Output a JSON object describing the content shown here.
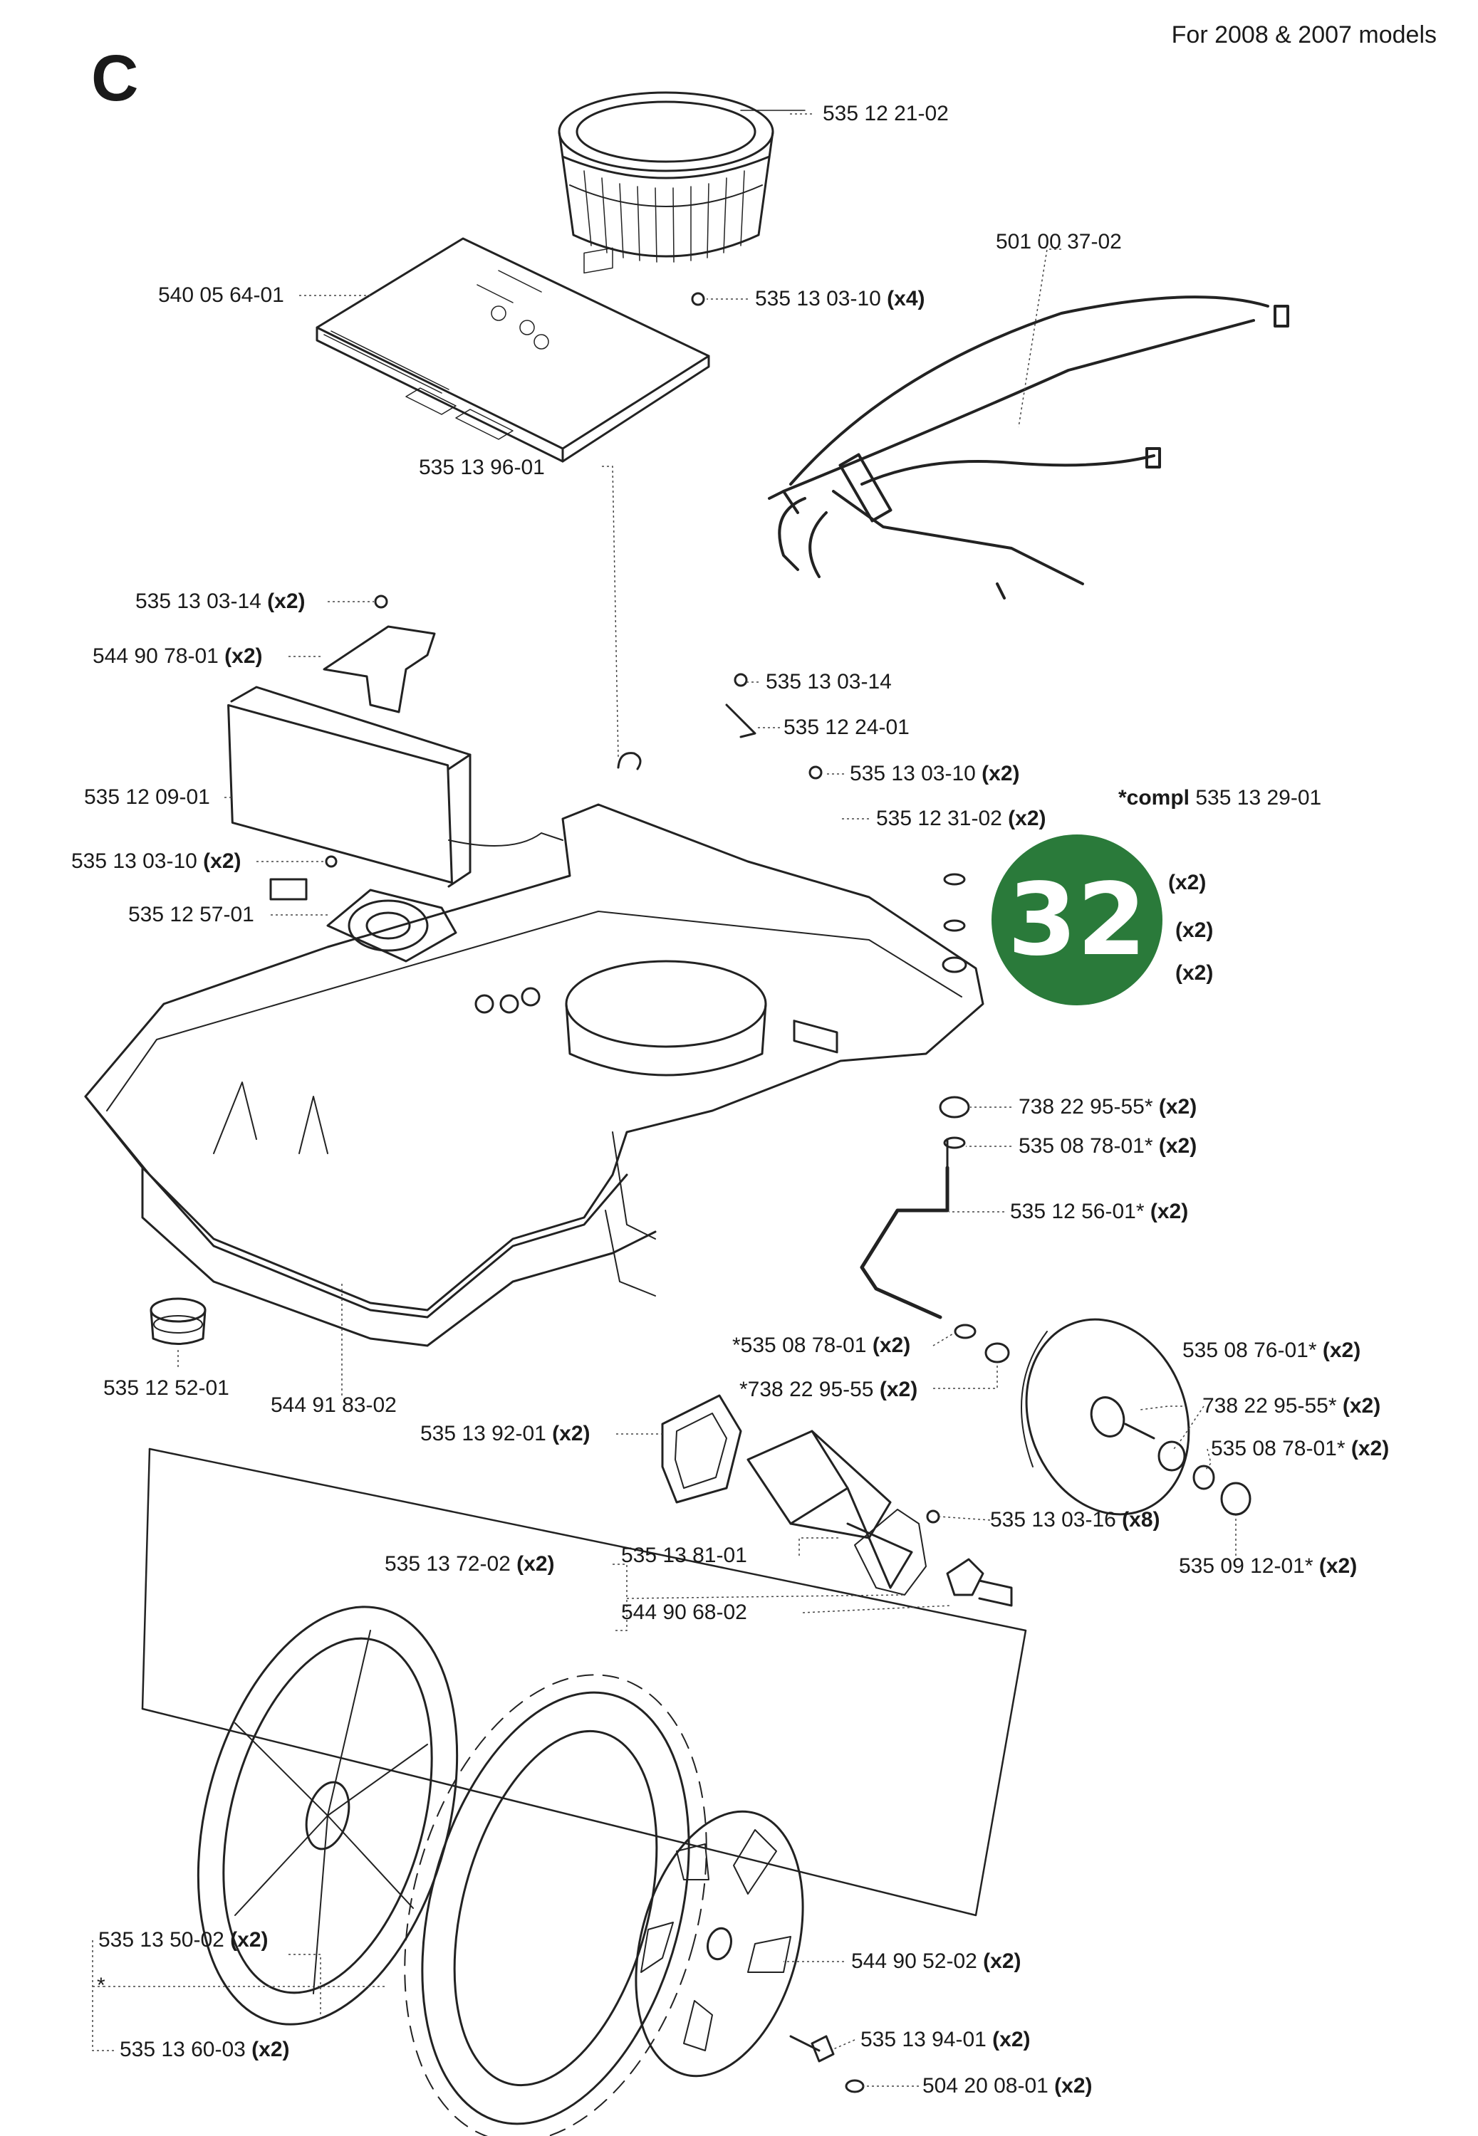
{
  "page": {
    "section_letter": "C",
    "models_note": "For 2008 & 2007 models",
    "compl_note": {
      "prefix": "*compl",
      "part": "535 13 29-01"
    },
    "page_badge": {
      "number": "32",
      "color": "#2a7a3a"
    }
  },
  "parts": [
    {
      "id": "p01",
      "number": "535 12 21-02",
      "qty": ""
    },
    {
      "id": "p02",
      "number": "501 00 37-02",
      "qty": ""
    },
    {
      "id": "p03",
      "number": "540 05 64-01",
      "qty": ""
    },
    {
      "id": "p04",
      "number": "535 13 03-10",
      "qty": "(x4)"
    },
    {
      "id": "p05",
      "number": "535 13 96-01",
      "qty": ""
    },
    {
      "id": "p06",
      "number": "535 13 03-14",
      "qty": "(x2)"
    },
    {
      "id": "p07",
      "number": "544 90 78-01",
      "qty": "(x2)"
    },
    {
      "id": "p08",
      "number": "535 13 03-14",
      "qty": ""
    },
    {
      "id": "p09",
      "number": "535 12 24-01",
      "qty": ""
    },
    {
      "id": "p10",
      "number": "535 13 03-10",
      "qty": "(x2)"
    },
    {
      "id": "p11",
      "number": "535 12 31-02",
      "qty": "(x2)"
    },
    {
      "id": "p12",
      "number": "535 12 09-01",
      "qty": ""
    },
    {
      "id": "p13",
      "number": "535 13 03-10",
      "qty": "(x2)"
    },
    {
      "id": "p14",
      "number": "535 12 57-01",
      "qty": ""
    },
    {
      "id": "p15",
      "number": "738 22 95-55*",
      "qty": "(x2)"
    },
    {
      "id": "p16",
      "number": "535 08 78-01*",
      "qty": "(x2)"
    },
    {
      "id": "p17",
      "number": "535 12 56-01*",
      "qty": "(x2)"
    },
    {
      "id": "p18",
      "number": "*535 08 78-01",
      "qty": "(x2)"
    },
    {
      "id": "p19",
      "number": "535 08 76-01*",
      "qty": "(x2)"
    },
    {
      "id": "p20",
      "number": "*738 22 95-55",
      "qty": "(x2)"
    },
    {
      "id": "p21",
      "number": "738 22 95-55*",
      "qty": "(x2)"
    },
    {
      "id": "p22",
      "number": "535 08 78-01*",
      "qty": "(x2)"
    },
    {
      "id": "p23",
      "number": "535 12 52-01",
      "qty": ""
    },
    {
      "id": "p24",
      "number": "544 91 83-02",
      "qty": ""
    },
    {
      "id": "p25",
      "number": "535 13 92-01",
      "qty": "(x2)"
    },
    {
      "id": "p26",
      "number": "535 13 03-16",
      "qty": "(x8)"
    },
    {
      "id": "p27",
      "number": "535 09 12-01*",
      "qty": "(x2)"
    },
    {
      "id": "p28",
      "number": "535 13 72-02",
      "qty": "(x2)"
    },
    {
      "id": "p29",
      "number": "535 13 81-01",
      "qty": ""
    },
    {
      "id": "p30",
      "number": "544 90 68-02",
      "qty": ""
    },
    {
      "id": "p31",
      "number": "535 13 50-02",
      "qty": "(x2)"
    },
    {
      "id": "p32",
      "number": "*",
      "qty": ""
    },
    {
      "id": "p33",
      "number": "535 13 60-03",
      "qty": "(x2)"
    },
    {
      "id": "p34",
      "number": "544 90 52-02",
      "qty": "(x2)"
    },
    {
      "id": "p35",
      "number": "535 13 94-01",
      "qty": "(x2)"
    },
    {
      "id": "p36",
      "number": "504 20 08-01",
      "qty": "(x2)"
    },
    {
      "id": "p37",
      "number": "",
      "qty": "(x2)"
    },
    {
      "id": "p38",
      "number": "",
      "qty": "(x2)"
    },
    {
      "id": "p39",
      "number": "",
      "qty": "(x2)"
    }
  ]
}
